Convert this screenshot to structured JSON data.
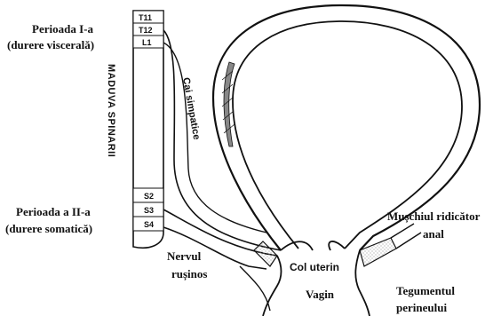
{
  "labels": {
    "period1_line1": "Perioada I-a",
    "period1_line2": "(durere viscerală)",
    "spinal_cord": "MADUVA SPINARII",
    "sympathetic": "Cai simpatice",
    "period2_line1": "Perioada a II-a",
    "period2_line2": "(durere somatică)",
    "pudendal_line1": "Nervul",
    "pudendal_line2": "rușinos",
    "cervix": "Col uterin",
    "vagina": "Vagin",
    "levator_line1": "Mușchiul ridicător",
    "levator_line2": "anal",
    "perineum_line1": "Tegumentul",
    "perineum_line2": "perineului"
  },
  "segments_upper": [
    "T11",
    "T12",
    "L1"
  ],
  "segments_lower": [
    "S2",
    "S3",
    "S4"
  ],
  "colors": {
    "line": "#111111",
    "stipple": "#bdbdbd"
  }
}
